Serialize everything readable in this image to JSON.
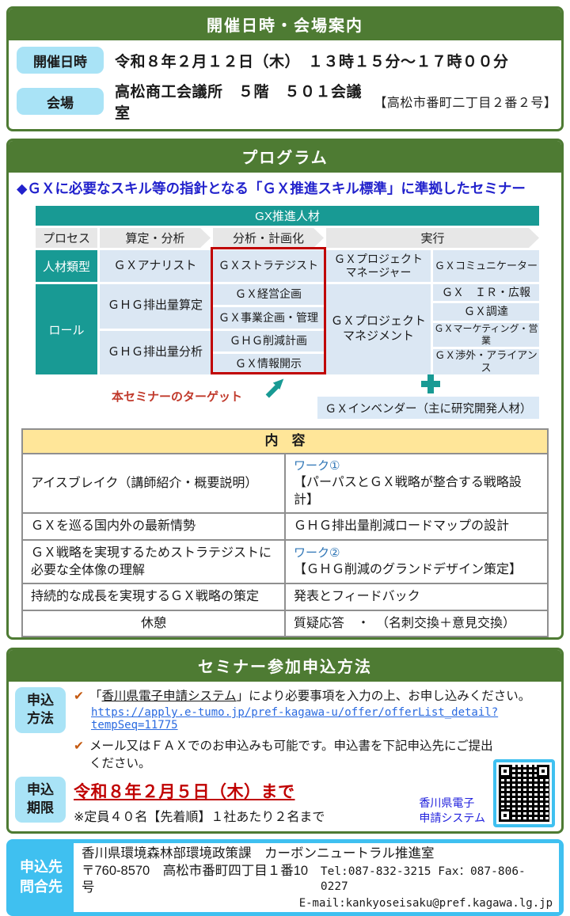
{
  "colors": {
    "section_green": "#4e7b33",
    "teal": "#189a94",
    "light_cyan_tag": "#a9e3f6",
    "footer_cyan": "#3fc0f0",
    "cell_blue": "#dbe7f3",
    "table_header_amber": "#ffe699",
    "accent_red": "#c00000",
    "intro_blue": "#2222cc",
    "work_blue": "#2e75b6",
    "link_blue": "#2a6ae0",
    "check_orange": "#c55a11"
  },
  "schedule": {
    "title": "開催日時・会場案内",
    "datetime_label": "開催日時",
    "datetime_value": "令和８年２月１２日（木）　１３時１５分～１７時００分",
    "venue_label": "会場",
    "venue_value": "高松商工会議所　５階　５０１会議室",
    "venue_address": "【高松市番町二丁目２番２号】"
  },
  "program": {
    "title": "プログラム",
    "intro": "◆ＧＸに必要なスキル等の指針となる「ＧＸ推進スキル標準」に準拠したセミナー",
    "diagram": {
      "banner": "GX推進人材",
      "process_label": "プロセス",
      "processes": [
        "算定・分析",
        "分析・計画化",
        "実行"
      ],
      "type_label": "人材類型",
      "types": [
        "ＧＸアナリスト",
        "ＧＸストラテジスト",
        "ＧＸプロジェクト\nマネージャー",
        "ＧＸコミュニケーター"
      ],
      "role_label": "ロール",
      "roles_calc": [
        "ＧＨＧ排出量算定",
        "ＧＨＧ排出量分析"
      ],
      "roles_strategy": [
        "ＧＸ経営企画",
        "ＧＸ事業企画・管理",
        "ＧＨＧ削減計画",
        "ＧＸ情報開示"
      ],
      "roles_pm": "ＧＸプロジェクト\nマネジメント",
      "roles_comm": [
        "ＧＸ　ＩＲ・広報",
        "ＧＸ調達",
        "ＧＸマーケティング・営業",
        "ＧＸ渉外・アライアンス"
      ],
      "target_note": "本セミナーのターゲット",
      "inventor": "ＧＸインベンダー（主に研究開発人材）"
    },
    "content": {
      "header": "内　容",
      "rows": [
        {
          "left": "アイスブレイク（講師紹介・概要説明）",
          "right_tag": "ワーク①",
          "right": "【パーパスとＧＸ戦略が整合する戦略設計】"
        },
        {
          "left": "ＧＸを巡る国内外の最新情勢",
          "right": "ＧＨＧ排出量削減ロードマップの設計"
        },
        {
          "left": "ＧＸ戦略を実現するためストラテジストに\n必要な全体像の理解",
          "right_tag": "ワーク②",
          "right": "【ＧＨＧ削減のグランドデザイン策定】"
        },
        {
          "left": "持続的な成長を実現するＧＸ戦略の策定",
          "right": "発表とフィードバック"
        },
        {
          "left": "休憩",
          "right": "質疑応答　・　（名刺交換＋意見交換）"
        }
      ]
    }
  },
  "apply": {
    "title": "セミナー参加申込方法",
    "check_glyph": "✔",
    "method_label": "申込\n方法",
    "check1_pre": "「",
    "check1_link": "香川県電子申請システム",
    "check1_post": "」により必要事項を入力の上、お申し込みください。",
    "url": "https://apply.e-tumo.jp/pref-kagawa-u/offer/offerList_detail?tempSeq=11775",
    "check2": "メール又はＦＡＸでのお申込みも可能です。申込書を下記申込先にご提出\nください。",
    "deadline_label": "申込\n期限",
    "deadline": "令和８年２月５日（木）まで",
    "capacity": "※定員４０名【先着順】１社あたり２名まで",
    "qr_caption": "香川県電子\n申請システム"
  },
  "contact": {
    "label": "申込先\n問合先",
    "line1": "香川県環境森林部環境政策課　カーボンニュートラル推進室",
    "line2_address": "〒760-8570　高松市番町四丁目１番10号",
    "line2_tel": "Tel:087-832-3215 Fax：087-806-0227",
    "line3_email": "E-mail:kankyoseisaku@pref.kagawa.lg.jp"
  }
}
